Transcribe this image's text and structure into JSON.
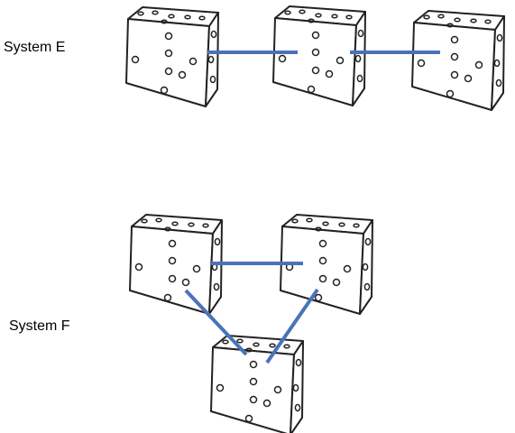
{
  "systems": [
    {
      "label": "System E",
      "dice_count": 3,
      "bonds": [
        "die1-die2",
        "die2-die3"
      ]
    },
    {
      "label": "System F",
      "dice_count": 3,
      "bonds": [
        "die1-die2",
        "die1-die3",
        "die2-die3"
      ]
    }
  ],
  "colors": {
    "bond": "#4a72b8",
    "outline": "#222222",
    "face": "#ffffff"
  }
}
